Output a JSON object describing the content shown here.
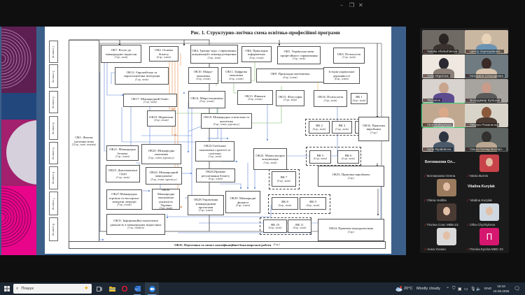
{
  "window": {
    "controls": {
      "minimize": "–",
      "maximize": "❐",
      "close": "✕"
    }
  },
  "slide": {
    "figure_title": "Рис. 1. Структурно-логічна схема освітньо-професійної програми",
    "semesters": [
      "1 семестр",
      "2 семестр",
      "3 семестр",
      "4 семестр",
      "5 семестр",
      "6 семестр",
      "7 семестр",
      "8 семестр"
    ],
    "ok1": {
      "title": "ОК1. Фахова іноземна мова",
      "credits": "(32 кр., залік, екзамен)"
    },
    "boxes": [
      {
        "id": "ok7",
        "title": "ОК7. Вступ до міжнародних відносин",
        "credits": "(3 кр., залік)"
      },
      {
        "id": "ok2",
        "title": "ОК2. Основи бізнесу",
        "credits": "(6 кр., іспит)"
      },
      {
        "id": "ok4",
        "title": "ОК4. Тренінг-курс з ефективних комунікацій і командоутворення",
        "credits": "(3 кр., залік)"
      },
      {
        "id": "ok6",
        "title": "ОК6. Прикладна інформатика",
        "credits": "(6 кр., іспит)"
      },
      {
        "id": "ok5",
        "title": "ОК5. Українська мова професійного спрямування",
        "credits": "(3 кр., залік)"
      },
      {
        "id": "ok3",
        "title": "ОК3. Психологія",
        "credits": "(3 кр., залік)"
      },
      {
        "id": "ok12",
        "title": "ОК12. Європейська та євроатлантична інтеграція",
        "credits": "(3 кр., залік)"
      },
      {
        "id": "ok10",
        "title": "ОК10. Макро-економіка",
        "credits": "(6 кр., іспит)"
      },
      {
        "id": "ok11",
        "title": "ОК11. Цифрова економіка",
        "credits": "(6 кр., іспит)"
      },
      {
        "id": "ok9",
        "title": "ОК9. Прикладна математика",
        "credits": "(6 кр., іспит)"
      },
      {
        "id": "ok8",
        "title": "Історія української державності",
        "credits": "(6 кр., іспит)"
      },
      {
        "id": "ok17",
        "title": "ОК17. Міжнародний бізнес",
        "credits": "(3 кр., залік)"
      },
      {
        "id": "ok14",
        "title": "ОК14. Мікро-економіка",
        "credits": "(6 кр., іспит)"
      },
      {
        "id": "ok13",
        "title": "ОК13. Фінанси",
        "credits": "(6 кр., іспит)"
      },
      {
        "id": "ok15",
        "title": "ОК15. Філософія",
        "credits": "(3 кр., залік)"
      },
      {
        "id": "ok16",
        "title": "ОК16. Політологія",
        "credits": "(3 кр., залік)"
      },
      {
        "id": "vk1",
        "title": "ВК 1",
        "credits": "(6 кр., залік)"
      },
      {
        "id": "ok19",
        "title": "ОК19. Маркетинг",
        "credits": "(6 кр., іспит)"
      },
      {
        "id": "ok18",
        "title": "ОК18. Міжнародна статистика та аналітика",
        "credits": "(5 кр., іспит, курсова р.)"
      },
      {
        "id": "vk2",
        "title": "ВК 2",
        "credits": "(6 кр., залік)"
      },
      {
        "id": "vk3",
        "title": "ВК 3",
        "credits": "(3 кр., залік)"
      },
      {
        "id": "vk4",
        "title": "ВК 4",
        "credits": "(3 кр., залік)"
      },
      {
        "id": "ok32",
        "title": "ОК32. Практика виробнича",
        "credits": "(3 кр.)"
      },
      {
        "id": "ok21",
        "title": "ОК21. Міжнародна безпека",
        "credits": "(3 кр., іспит)"
      },
      {
        "id": "ok20",
        "title": "ОК20. Міжнародна економіка",
        "credits": "(5 кр., іспит, курсова р.)"
      },
      {
        "id": "ok23",
        "title": "ОК23.Глобальні економічні стратегії та політики",
        "credits": "(3 кр., залік)"
      },
      {
        "id": "ok22",
        "title": "ОК22. Міжкультурна комунікація",
        "credits": "(3 кр., залік)"
      },
      {
        "id": "vk5",
        "title": "ВК 5",
        "credits": "(6 кр., залік)"
      },
      {
        "id": "vk6",
        "title": "ВК 6",
        "credits": "(6 кр., залік)"
      },
      {
        "id": "ok25",
        "title": "ОК25. Дипломатичні студії",
        "credits": "(3 кр., залік)"
      },
      {
        "id": "ok24",
        "title": "ОК24. Міжнародний менеджмент",
        "credits": "(5 кр., іспит, курсова р.)"
      },
      {
        "id": "ok26",
        "title": "ОК26.Правове регулювання бізнесу",
        "credits": "(6 кр., іспит)"
      },
      {
        "id": "vk7",
        "title": "ВК 7",
        "credits": "(6 кр., залік)"
      },
      {
        "id": "ok33",
        "title": "ОК33. Практика виробнича",
        "credits": "(3 кр.)"
      },
      {
        "id": "ok27",
        "title": "ОК27.Міжнародна торгівля та експортно-імпортні операції",
        "credits": "(3 кр., іспит)"
      },
      {
        "id": "ok30",
        "title": "ОК30. Міжнародна економічна діяльність України",
        "credits": "(3 кр., залік)"
      },
      {
        "id": "ok28",
        "title": "ОК28.Управління міжнародними проєктами",
        "credits": "(3 кр., іспит)"
      },
      {
        "id": "ok29",
        "title": "ОК29. Міжнародні фінанси",
        "credits": "(5 кр., іспит)"
      },
      {
        "id": "vk8",
        "title": "ВК 8",
        "credits": "(6 кр., залік)"
      },
      {
        "id": "vk9",
        "title": "ВК 9",
        "credits": "(6 кр., залік)"
      },
      {
        "id": "ok31",
        "title": "ОК31. Інформаційно-аналітична діяльність в міжнародних відносинах",
        "credits": "(3 кр., екзамен)"
      },
      {
        "id": "vk10",
        "title": "ВК 10",
        "credits": "(6 кр., залік)"
      },
      {
        "id": "vk11",
        "title": "ВК 11",
        "credits": "(6 кр., залік)"
      },
      {
        "id": "ok34",
        "title": "ОК34. Практика переддипломна",
        "credits": "(3 кр.)"
      }
    ],
    "ok35": {
      "title": "ОК35. Підготовка та захист кваліфікаційної бакалаврської роботи",
      "credits": "(6 кр.)"
    }
  },
  "participants": {
    "video_tiles": [
      {
        "name": "Natalia Shelud'akova",
        "active": false
      },
      {
        "name": "Центр ліцензування...",
        "active": false
      },
      {
        "name": "Yulia Yegorova",
        "active": false
      },
      {
        "name": "Катерина Слюсаренко",
        "active": false
      },
      {
        "name": "Tsyvaeva",
        "active": false
      },
      {
        "name": "Володимир Кулішов",
        "active": false
      },
      {
        "name": "Irina Maksymova",
        "active": true
      },
      {
        "name": "Оксана Романенко",
        "active": false
      },
      {
        "name": "Iryna Ryabokova",
        "active": false
      },
      {
        "name": "Ольга Гончар Беспал...",
        "active": false
      }
    ],
    "avatar_tiles": [
      {
        "name": "Богомазова Олена",
        "big_label": "Богомазова Ол...",
        "avatar": "none"
      },
      {
        "name": "Maria Burnis",
        "big_label": "",
        "avatar": "photo"
      },
      {
        "name": "Olena Hulihla",
        "big_label": "",
        "avatar": "photo"
      },
      {
        "name": "Vitalina Kurylak",
        "big_label": "Vitalina Kurylak",
        "avatar": "none"
      },
      {
        "name": "Поліна Спас МВБ-23",
        "big_label": "",
        "avatar": "photo"
      },
      {
        "name": "Olha Chyzhykova",
        "big_label": "",
        "avatar": "photo"
      },
      {
        "name": "Анна Усенко",
        "big_label": "",
        "avatar": "photo"
      },
      {
        "name": "Поліна Куліпа МВС-23",
        "big_label": "",
        "avatar": "letter",
        "letter": "П"
      }
    ],
    "muted_icon": "muted-mic-icon"
  },
  "taskbar": {
    "search_placeholder": "Пошук",
    "apps": [
      "task-view",
      "file-explorer",
      "opera",
      "word",
      "zoom"
    ],
    "weather": {
      "temp": "20°C",
      "condition": "Mostly cloudy"
    },
    "language": "ENG",
    "time": "16:16",
    "date": "16.05.2025"
  }
}
